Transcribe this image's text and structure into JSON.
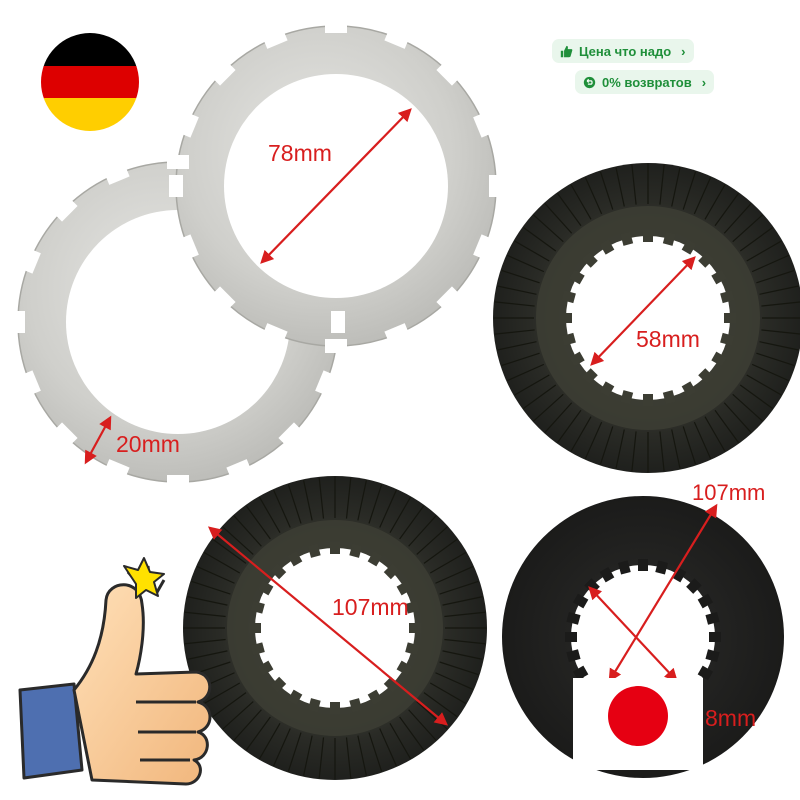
{
  "badges": {
    "price": {
      "label": "Цена что надо",
      "icon": "thumbs-up-icon"
    },
    "returns": {
      "label": "0% возвратов",
      "icon": "return-arrow-icon"
    }
  },
  "measurements": {
    "steel_inner": "78mm",
    "steel_width": "20mm",
    "friction_inner": "58mm",
    "friction_outer_left": "107mm",
    "friction_outer_right": "107mm",
    "friction_partial": "8mm"
  },
  "flags": {
    "left": {
      "name": "germany-flag",
      "colors": [
        "#000000",
        "#dd0000",
        "#ffce00"
      ]
    },
    "right": {
      "name": "japan-flag",
      "colors": [
        "#ffffff",
        "#e60012"
      ]
    }
  },
  "accent": {
    "dimension_red": "#d81e1e",
    "badge_green": "#1f8f3a"
  }
}
